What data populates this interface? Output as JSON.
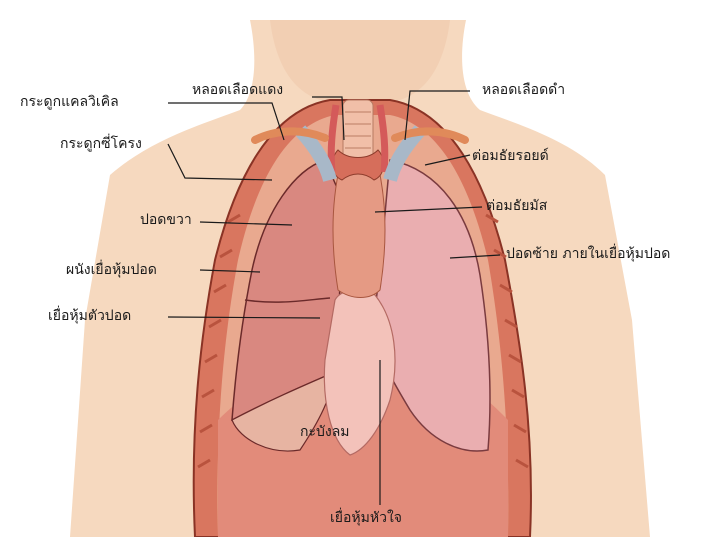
{
  "labels": {
    "clavicle": "กระดูกแคลวิเคิล",
    "artery": "หลอดเลือดแดง",
    "vein": "หลอดเลือดดำ",
    "rib": "กระดูกซี่โครง",
    "thyroid": "ต่อมธัยรอยด์",
    "thymus": "ต่อมธัยมัส",
    "right_lung": "ปอดขวา",
    "left_lung": "ปอดซ้าย ภายในเยื่อหุ้มปอด",
    "parietal_pleura": "ผนังเยื่อหุ้มปอด",
    "visceral_pleura": "เยื่อหุ้มตัวปอด",
    "diaphragm": "กะบังลม",
    "pericardium": "เยื่อหุ้มหัวใจ"
  },
  "colors": {
    "skin": "#f6d9bf",
    "ribcage": "#d9765f",
    "lung_right": "#d98880",
    "lung_left": "#eaaeb0",
    "vessel_vein": "#a8b8c8",
    "vessel_artery": "#d45a5a"
  }
}
